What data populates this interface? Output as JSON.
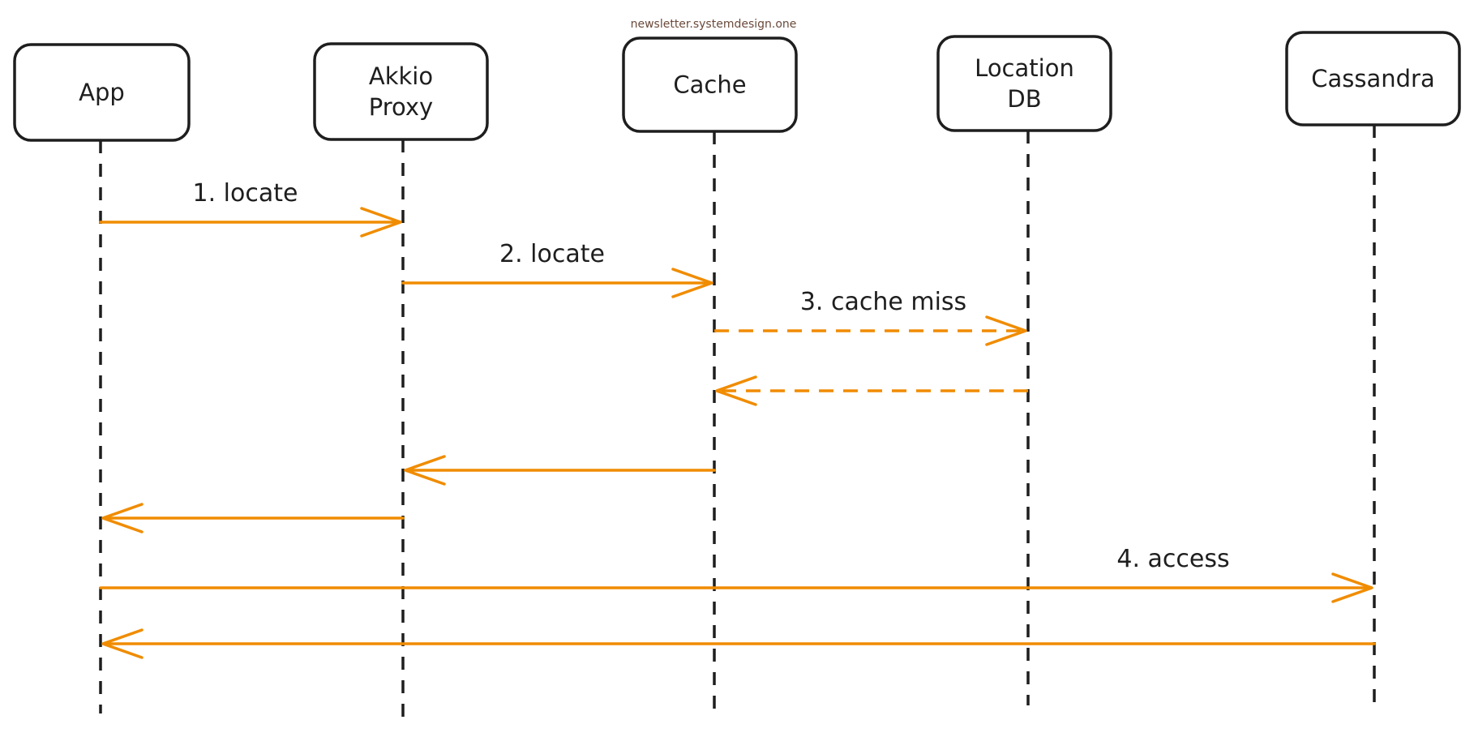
{
  "watermark": "newsletter.systemdesign.one",
  "colors": {
    "message": "#f08c00",
    "stroke": "#1e1e1e",
    "watermark": "#6b4a3a"
  },
  "participants": [
    {
      "id": "app",
      "label": [
        "App"
      ]
    },
    {
      "id": "akkio-proxy",
      "label": [
        "Akkio",
        "Proxy"
      ]
    },
    {
      "id": "cache",
      "label": [
        "Cache"
      ]
    },
    {
      "id": "location-db",
      "label": [
        "Location",
        "DB"
      ]
    },
    {
      "id": "cassandra",
      "label": [
        "Cassandra"
      ]
    }
  ],
  "messages": [
    {
      "from": "app",
      "to": "akkio-proxy",
      "label": "1. locate",
      "style": "solid"
    },
    {
      "from": "akkio-proxy",
      "to": "cache",
      "label": "2. locate",
      "style": "solid"
    },
    {
      "from": "cache",
      "to": "location-db",
      "label": "3. cache miss",
      "style": "dashed"
    },
    {
      "from": "location-db",
      "to": "cache",
      "label": "",
      "style": "dashed"
    },
    {
      "from": "cache",
      "to": "akkio-proxy",
      "label": "",
      "style": "solid"
    },
    {
      "from": "akkio-proxy",
      "to": "app",
      "label": "",
      "style": "solid"
    },
    {
      "from": "app",
      "to": "cassandra",
      "label": "4. access",
      "style": "solid"
    },
    {
      "from": "cassandra",
      "to": "app",
      "label": "",
      "style": "solid"
    }
  ]
}
